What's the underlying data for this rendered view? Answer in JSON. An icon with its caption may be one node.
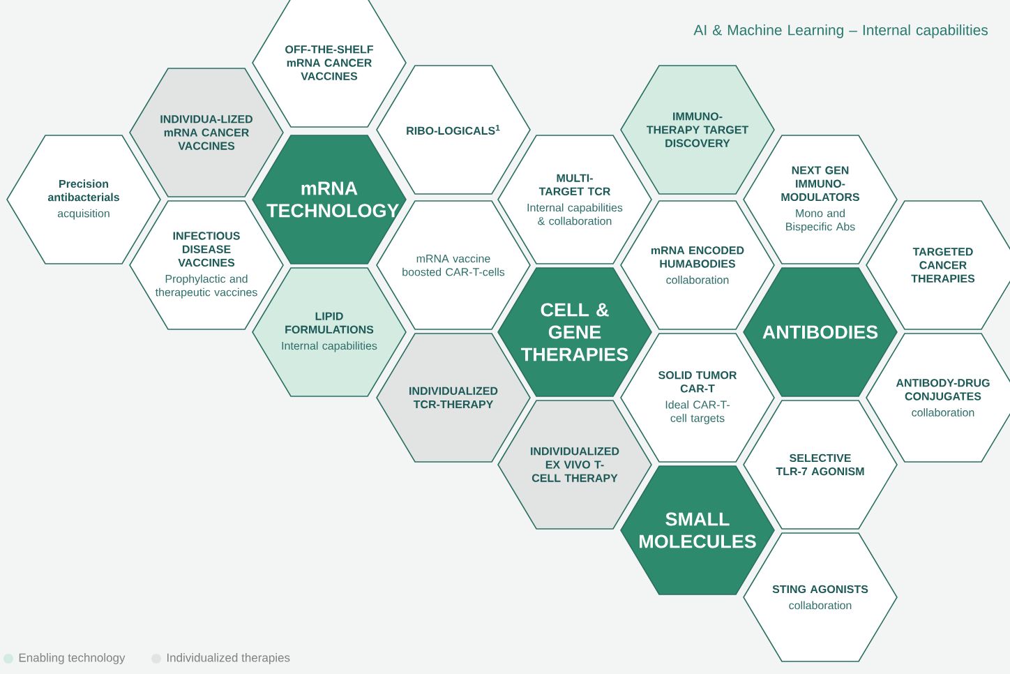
{
  "diagram": {
    "title": "AI & Machine Learning – Internal capabilities",
    "nodes": [
      {
        "text": [
          "OFF-THE-SHELF mRNA CANCER VACCINES"
        ]
      },
      {
        "text": [
          "INDIVIDUA-LIZED mRNA CANCER VACCINES"
        ]
      },
      {
        "text": [
          "RIBO-LOGICALS$^{1}$"
        ]
      },
      {
        "text": [
          "Precision antibacterials",
          "acquisition"
        ]
      },
      {
        "text": [
          "mRNA TECHNOLOGY"
        ]
      },
      {
        "text": [
          "INFECTIOUS DISEASE VACCINES",
          "Prophylactic and therapeutic vaccines"
        ]
      },
      {
        "text": [
          "mRNA vaccine boosted CAR-T-cells"
        ]
      },
      {
        "text": [
          "LIPID FORMULATIONS",
          "Internal capabilities"
        ]
      },
      {
        "text": [
          "IMMUNO-THERAPY TARGET DISCOVERY"
        ]
      },
      {
        "text": [
          "MULTI-TARGET TCR",
          "Internal capabilities & collaboration"
        ]
      },
      {
        "text": [
          "NEXT GEN IMMUNO-MODULATORS",
          "Mono and Bispecific Abs"
        ]
      },
      {
        "text": [
          "mRNA ENCODED HUMABODIES",
          "collaboration"
        ]
      },
      {
        "text": [
          "CELL & GENE THERAPIES"
        ]
      },
      {
        "text": [
          "TARGETED CANCER THERAPIES"
        ]
      },
      {
        "text": [
          "ANTIBODIES"
        ]
      },
      {
        "text": [
          "INDIVIDUALIZED TCR-THERAPY"
        ]
      },
      {
        "text": [
          "SOLID TUMOR CAR-T",
          "Ideal CAR-T-cell targets"
        ]
      },
      {
        "text": [
          "ANTIBODY-DRUG CONJUGATES",
          "collaboration"
        ]
      },
      {
        "text": [
          "INDIVIDUALIZED EX VIVO T-CELL THERAPY"
        ]
      },
      {
        "text": [
          "SMALL MOLECULES"
        ]
      },
      {
        "text": [
          "SELECTIVE TLR-7 AGONISM"
        ]
      },
      {
        "text": [
          "STING AGONISTS",
          "collaboration"
        ]
      }
    ],
    "legend": [
      {
        "text": "Enabling technology",
        "color": "#d3ebe1"
      },
      {
        "text": "Individualized therapies",
        "color": "#e2e3e3"
      }
    ]
  }
}
